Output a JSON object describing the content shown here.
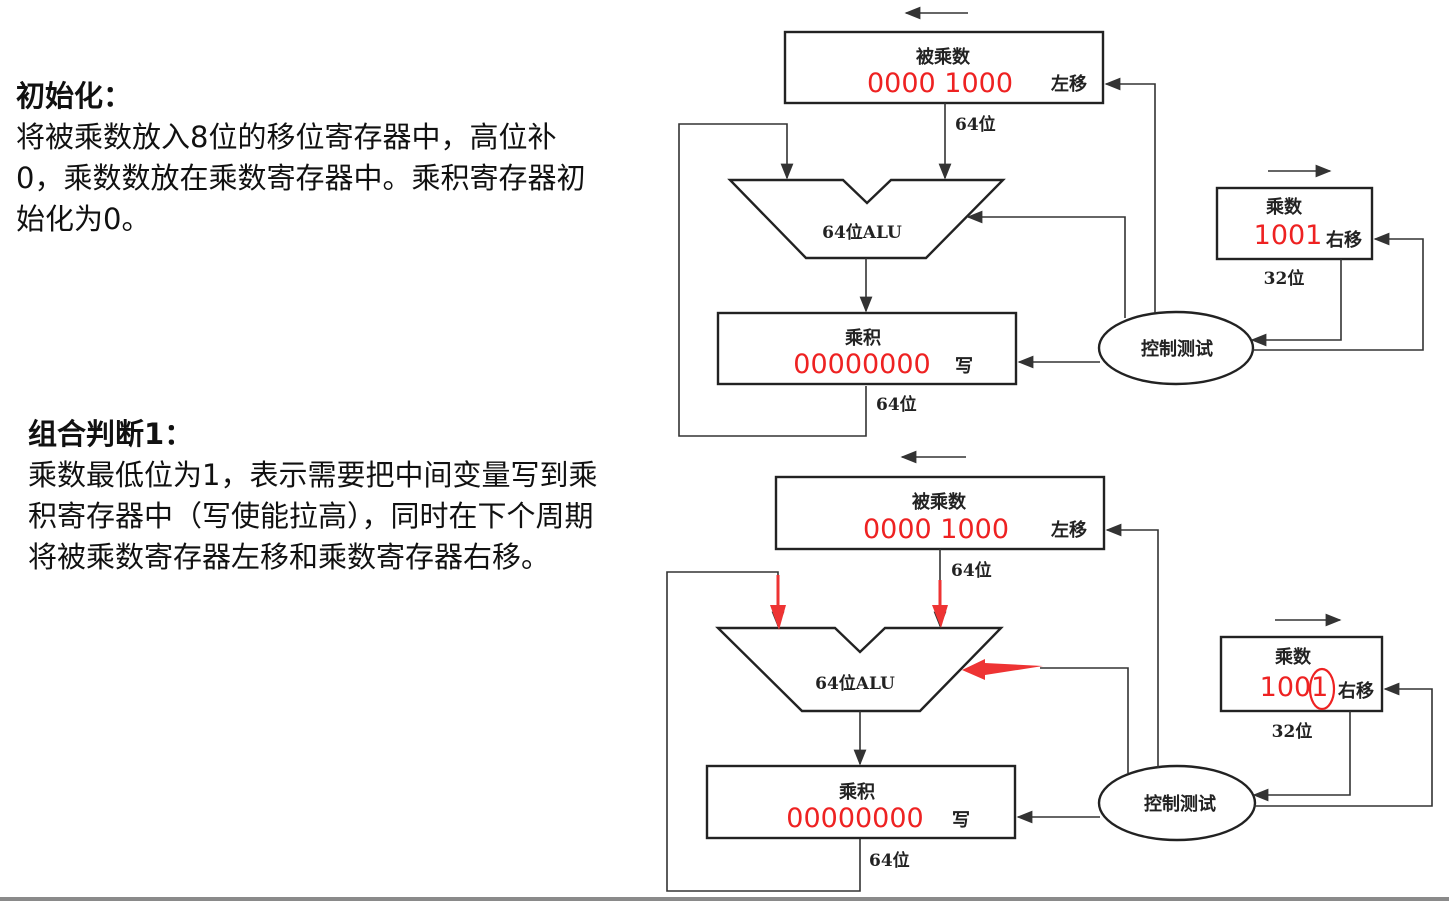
{
  "sections": [
    {
      "heading": "初始化：",
      "body": "将被乘数放入8位的移位寄存器中，高位补0，乘数数放在乘数寄存器中。乘积寄存器初始化为0。"
    },
    {
      "heading": "组合判断1：",
      "body": "乘数最低位为1，表示需要把中间变量写到乘积寄存器中（写使能拉高），同时在下个周期将被乘数寄存器左移和乘数寄存器右移。"
    }
  ],
  "diagrams": [
    {
      "multiplicand": {
        "label": "被乘数",
        "value": "0000 1000",
        "action": "左移",
        "width_label": "64位"
      },
      "alu": {
        "label": "64位ALU"
      },
      "multiplier": {
        "label": "乘数",
        "value": "1001",
        "action": "右移",
        "width_label": "32位"
      },
      "product": {
        "label": "乘积",
        "value": "00000000",
        "action": "写",
        "width_label": "64位"
      },
      "control": {
        "label": "控制测试"
      },
      "highlight": false
    },
    {
      "multiplicand": {
        "label": "被乘数",
        "value": "0000 1000",
        "action": "左移",
        "width_label": "64位"
      },
      "alu": {
        "label": "64位ALU"
      },
      "multiplier": {
        "label": "乘数",
        "value": "1001",
        "action": "右移",
        "width_label": "32位",
        "circled_bit": "1"
      },
      "product": {
        "label": "乘积",
        "value": "00000000",
        "action": "写",
        "width_label": "64位"
      },
      "control": {
        "label": "控制测试"
      },
      "highlight": true
    }
  ],
  "colors": {
    "highlight": "#ee2222",
    "line": "#333333"
  }
}
